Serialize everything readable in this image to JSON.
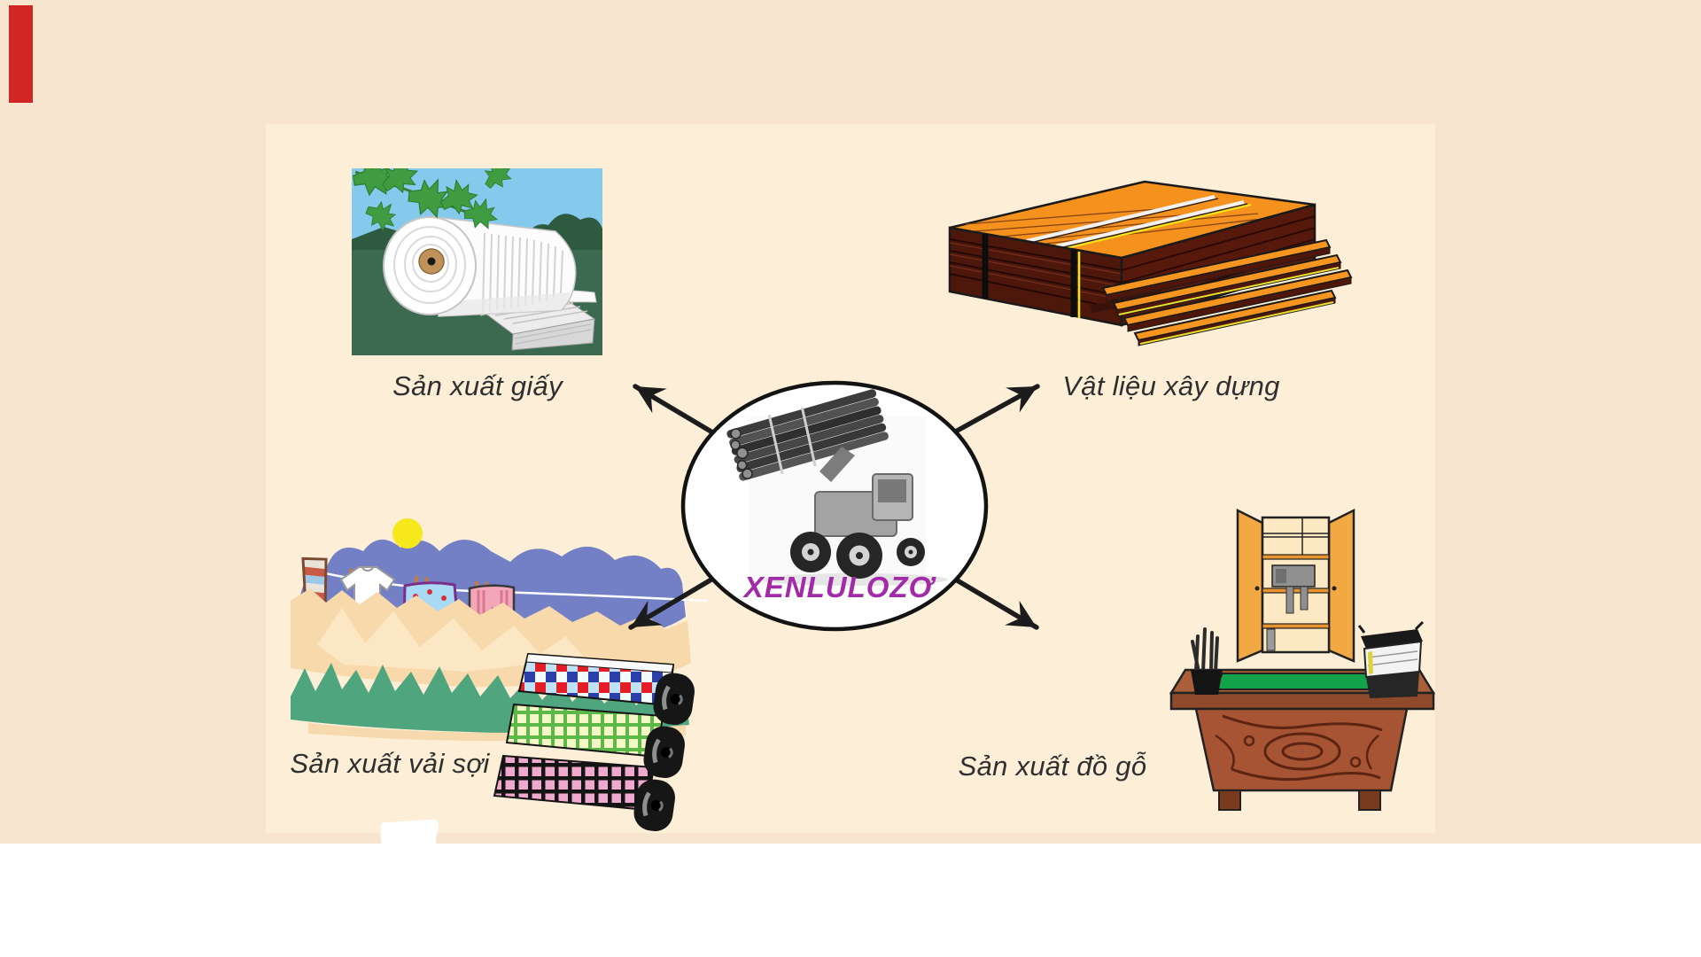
{
  "theme": {
    "bg_outer": "#f8e5d0",
    "bg_panel": "#fceed7",
    "bottom_band": "#ffffff",
    "red_mark": "#d22525",
    "caption_color": "#2f2f2f",
    "arrow_color": "#1c1c1c",
    "center_label_color": "#a22ca8",
    "ellipse_fill": "#ffffff",
    "ellipse_stroke": "#131313"
  },
  "center_node": {
    "label": "XENLULOZƠ",
    "image": "log-loader-truck-photo"
  },
  "applications": [
    {
      "id": "paper",
      "label": "Sản xuất giấy",
      "illustration": "paper-roll-landscape"
    },
    {
      "id": "building-materials",
      "label": "Vật liệu xây dựng",
      "illustration": "lumber-planks-stack"
    },
    {
      "id": "textiles",
      "label": "Sản xuất vải sợi",
      "illustration": "clothesline-and-fabric-rolls"
    },
    {
      "id": "furniture",
      "label": "Sản xuất đồ gỗ",
      "illustration": "desk-and-cabinet"
    }
  ]
}
